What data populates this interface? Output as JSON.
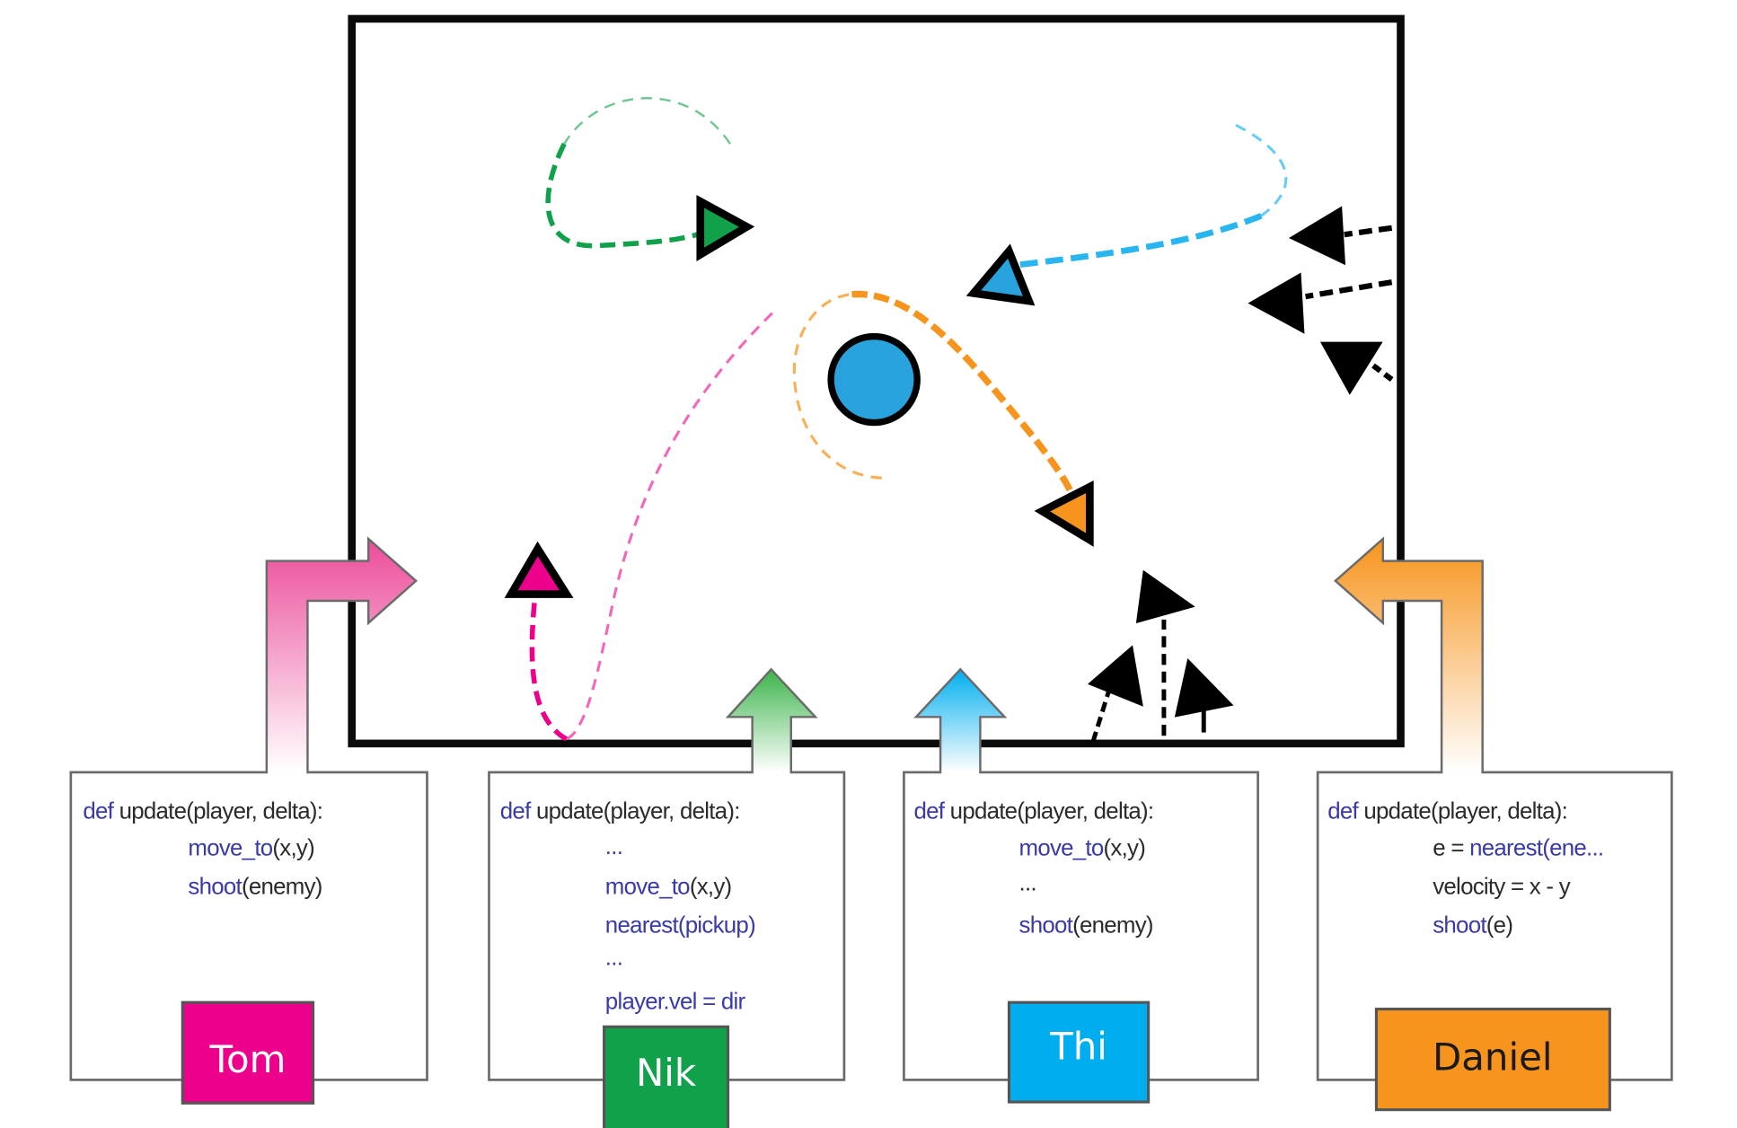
{
  "figure": {
    "description": "Players program agents via update() functions that control triangles in a shared arena",
    "arena": {
      "orb": {
        "color": "#29a3dd"
      }
    },
    "players": [
      {
        "name": "Tom",
        "color": "#ec008c",
        "text_color": "#ffffff",
        "code": [
          [
            {
              "t": "def",
              "k": true
            },
            {
              "t": " update(player, delta):",
              "k": false
            }
          ],
          [
            {
              "t": "move_to",
              "k": true
            },
            {
              "t": "(x,y)",
              "k": false
            }
          ],
          [
            {
              "t": "shoot",
              "k": true
            },
            {
              "t": "(enemy)",
              "k": false
            }
          ]
        ]
      },
      {
        "name": "Nik",
        "color": "#11a14a",
        "text_color": "#ffffff",
        "code": [
          [
            {
              "t": "def",
              "k": true
            },
            {
              "t": " update(player, delta):",
              "k": false
            }
          ],
          [
            {
              "t": "...",
              "k": true
            }
          ],
          [
            {
              "t": "move_to",
              "k": true
            },
            {
              "t": "(x,y)",
              "k": false
            }
          ],
          [
            {
              "t": "nearest(pickup)",
              "k": true
            }
          ],
          [
            {
              "t": "...",
              "k": true
            }
          ],
          [
            {
              "t": "player.vel = dir",
              "k": true
            }
          ]
        ]
      },
      {
        "name": "Thi",
        "color": "#00aeef",
        "text_color": "#ffffff",
        "code": [
          [
            {
              "t": "def",
              "k": true
            },
            {
              "t": " update(player, delta):",
              "k": false
            }
          ],
          [
            {
              "t": "move_to",
              "k": true
            },
            {
              "t": "(x,y)",
              "k": false
            }
          ],
          [
            {
              "t": "...",
              "k": false
            }
          ],
          [
            {
              "t": "shoot",
              "k": true
            },
            {
              "t": "(enemy)",
              "k": false
            }
          ]
        ]
      },
      {
        "name": "Daniel",
        "color": "#f7941d",
        "text_color": "#1a1a1a",
        "code": [
          [
            {
              "t": "def",
              "k": true
            },
            {
              "t": " update(player, delta):",
              "k": false
            }
          ],
          [
            {
              "t": "e = ",
              "k": false
            },
            {
              "t": "nearest(ene...",
              "k": true
            }
          ],
          [
            {
              "t": "velocity = x - y",
              "k": false
            }
          ],
          [
            {
              "t": "shoot",
              "k": true
            },
            {
              "t": "(e)",
              "k": false
            }
          ]
        ]
      }
    ],
    "agents": [
      {
        "owner": "Tom",
        "color": "#ec008c",
        "heading": "up"
      },
      {
        "owner": "Nik",
        "color": "#11a14a",
        "heading": "right"
      },
      {
        "owner": "Thi",
        "color": "#29a3dd",
        "heading": "left"
      },
      {
        "owner": "Daniel",
        "color": "#f7941d",
        "heading": "down-right"
      },
      {
        "owner": "enemy",
        "color": "#000000",
        "heading": "left"
      },
      {
        "owner": "enemy",
        "color": "#000000",
        "heading": "left"
      },
      {
        "owner": "enemy",
        "color": "#000000",
        "heading": "up-left"
      },
      {
        "owner": "enemy",
        "color": "#000000",
        "heading": "up"
      },
      {
        "owner": "enemy",
        "color": "#000000",
        "heading": "up"
      },
      {
        "owner": "enemy",
        "color": "#000000",
        "heading": "up"
      }
    ]
  }
}
